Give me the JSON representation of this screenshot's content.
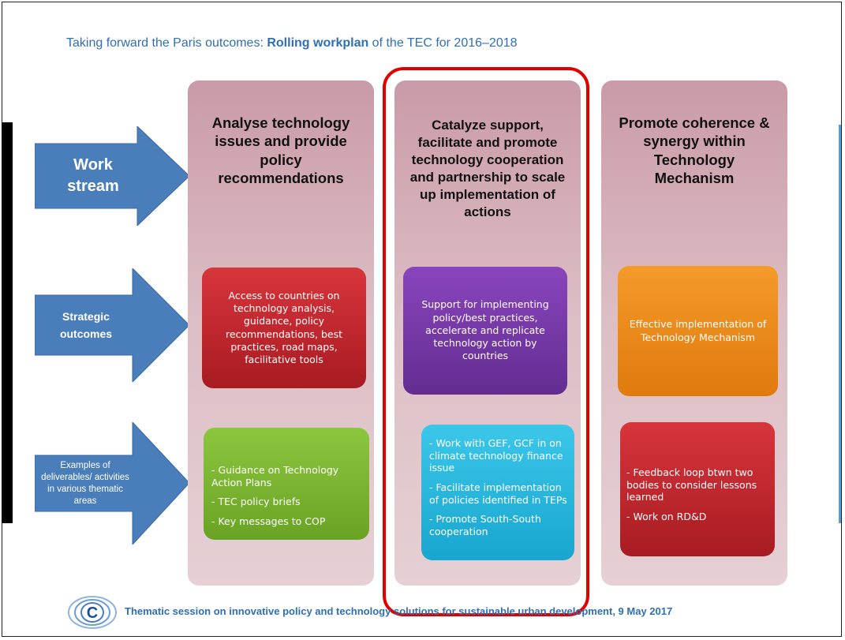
{
  "title": {
    "prefix": "Taking forward the Paris outcomes: ",
    "bold": "Rolling workplan",
    "suffix": " of the TEC for 2016–2018"
  },
  "arrows": {
    "work_stream": "Work stream",
    "strategic_outcomes": "Strategic outcomes",
    "examples": "Examples of deliverables/ activities in various thematic areas"
  },
  "columns": [
    {
      "heading": "Analyse technology issues and provide policy recommendations",
      "outcome": "Access to countries on technology analysis, guidance, policy recommendations, best practices, road maps, facilitative tools",
      "deliverables": [
        "- Guidance on Technology Action Plans",
        "- TEC policy briefs",
        "- Key messages to COP"
      ]
    },
    {
      "heading": "Catalyze support, facilitate and promote technology cooperation and partnership to scale up implementation of actions",
      "outcome": "Support for implementing policy/best practices, accelerate and replicate technology action by countries",
      "deliverables": [
        "- Work with GEF, GCF in on climate technology finance issue",
        "- Facilitate implementation of policies identified in TEPs",
        "- Promote South-South cooperation"
      ]
    },
    {
      "heading": "Promote coherence & synergy within Technology Mechanism",
      "outcome": "Effective implementation of Technology Mechanism",
      "deliverables": [
        "- Feedback loop btwn two bodies to consider lessons learned",
        "- Work on RD&D"
      ]
    }
  ],
  "footer": "Thematic session on innovative policy and technology solutions for sustainable urban development, 9 May 2017",
  "colors": {
    "arrow": "#4a7ebb",
    "red_box": "#c0232a",
    "purple_box": "#7a3ba8",
    "orange_box": "#ee8a1a",
    "green_box": "#7ab530",
    "cyan_box": "#22b6dc",
    "highlight": "#e00000",
    "title_blue": "#2f6fb5"
  },
  "icons": {
    "logo": "unfccc-logo-icon"
  }
}
